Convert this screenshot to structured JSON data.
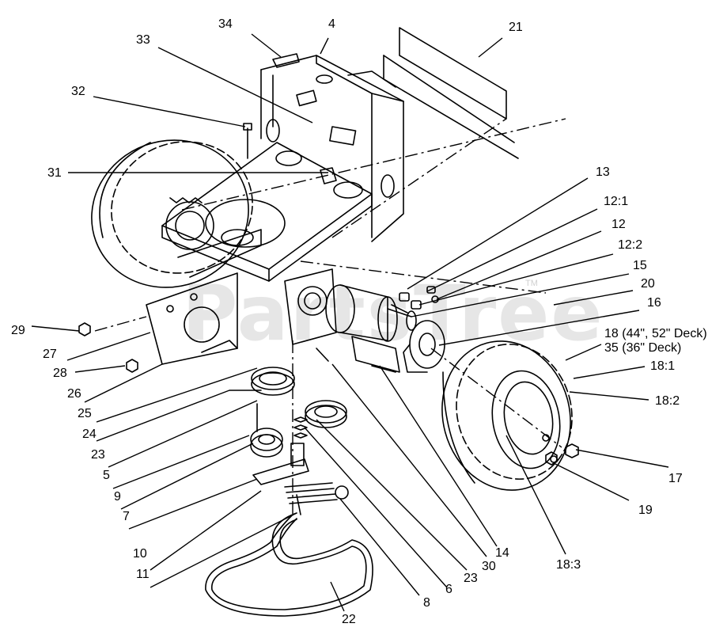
{
  "watermark": {
    "text": "PartsTree",
    "tm": "TM"
  },
  "callouts": {
    "c34": "34",
    "c4": "4",
    "c21": "21",
    "c33": "33",
    "c32": "32",
    "c31": "31",
    "c13": "13",
    "c12_1": "12:1",
    "c12": "12",
    "c12_2": "12:2",
    "c15": "15",
    "c20": "20",
    "c16": "16",
    "c18": "18 (44\", 52\" Deck)",
    "c35": "35 (36\" Deck)",
    "c18_1": "18:1",
    "c18_2": "18:2",
    "c17": "17",
    "c19": "19",
    "c18_3": "18:3",
    "c29": "29",
    "c27": "27",
    "c28": "28",
    "c26": "26",
    "c25": "25",
    "c24": "24",
    "c23a": "23",
    "c5": "5",
    "c9": "9",
    "c7": "7",
    "c10": "10",
    "c11": "11",
    "c22": "22",
    "c8": "8",
    "c6": "6",
    "c23b": "23",
    "c30": "30",
    "c14": "14"
  }
}
